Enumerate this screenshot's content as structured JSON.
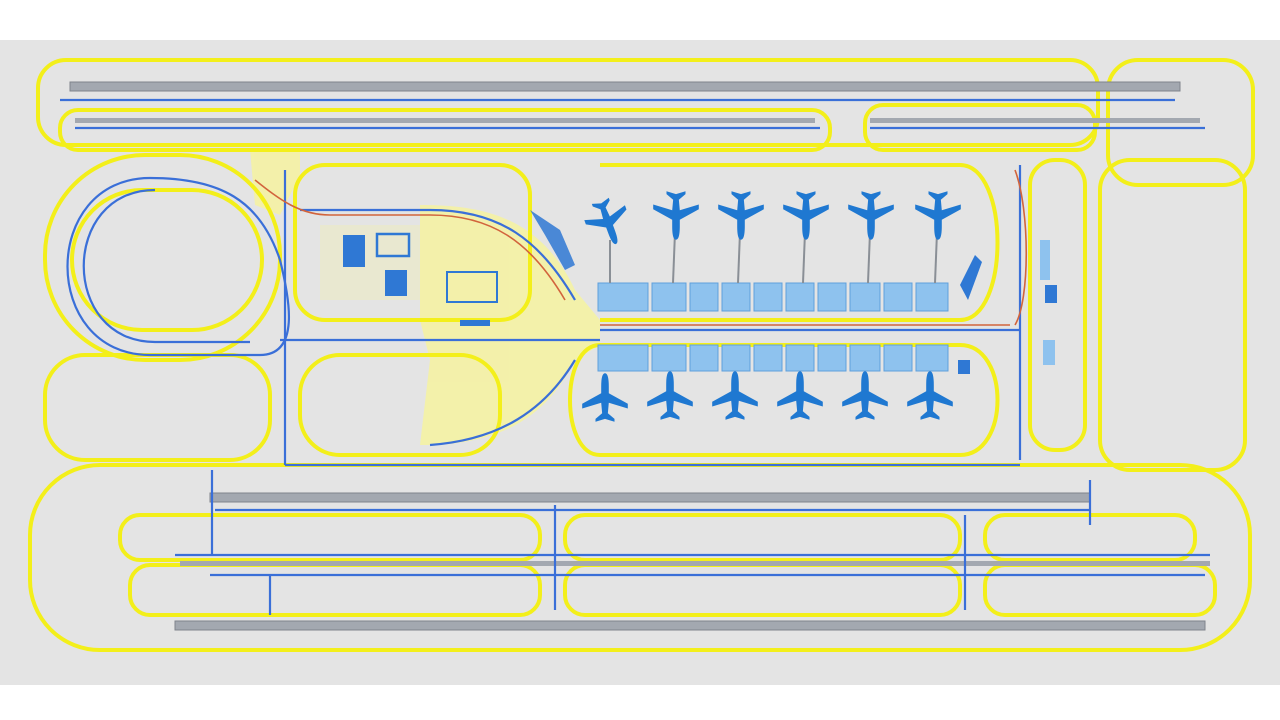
{
  "map": {
    "colors": {
      "page_background": "#ffffff",
      "ground": "#e4e4e4",
      "taxiway_glow": "#f3ef1a",
      "apron_fill": "#f6f3a0",
      "runway": "#a3a8b0",
      "runway_edge": "#7f848c",
      "taxiway_line": "#3a6fd8",
      "service_road": "#d2643c",
      "terminal": "#8ec2ee",
      "aircraft": "#1f78d1",
      "building": "#2f78d4"
    },
    "runways": [
      {
        "name": "north-runway"
      },
      {
        "name": "south-runway-upper"
      },
      {
        "name": "south-runway-lower"
      }
    ],
    "terminal": {
      "pier_north_gates": 10,
      "pier_south_gates": 10
    },
    "aircraft": {
      "north_pier": 6,
      "south_pier": 6,
      "north_orientation": "nose-down",
      "south_orientation": "nose-up"
    },
    "loop_road": {
      "shape": "oval"
    }
  }
}
